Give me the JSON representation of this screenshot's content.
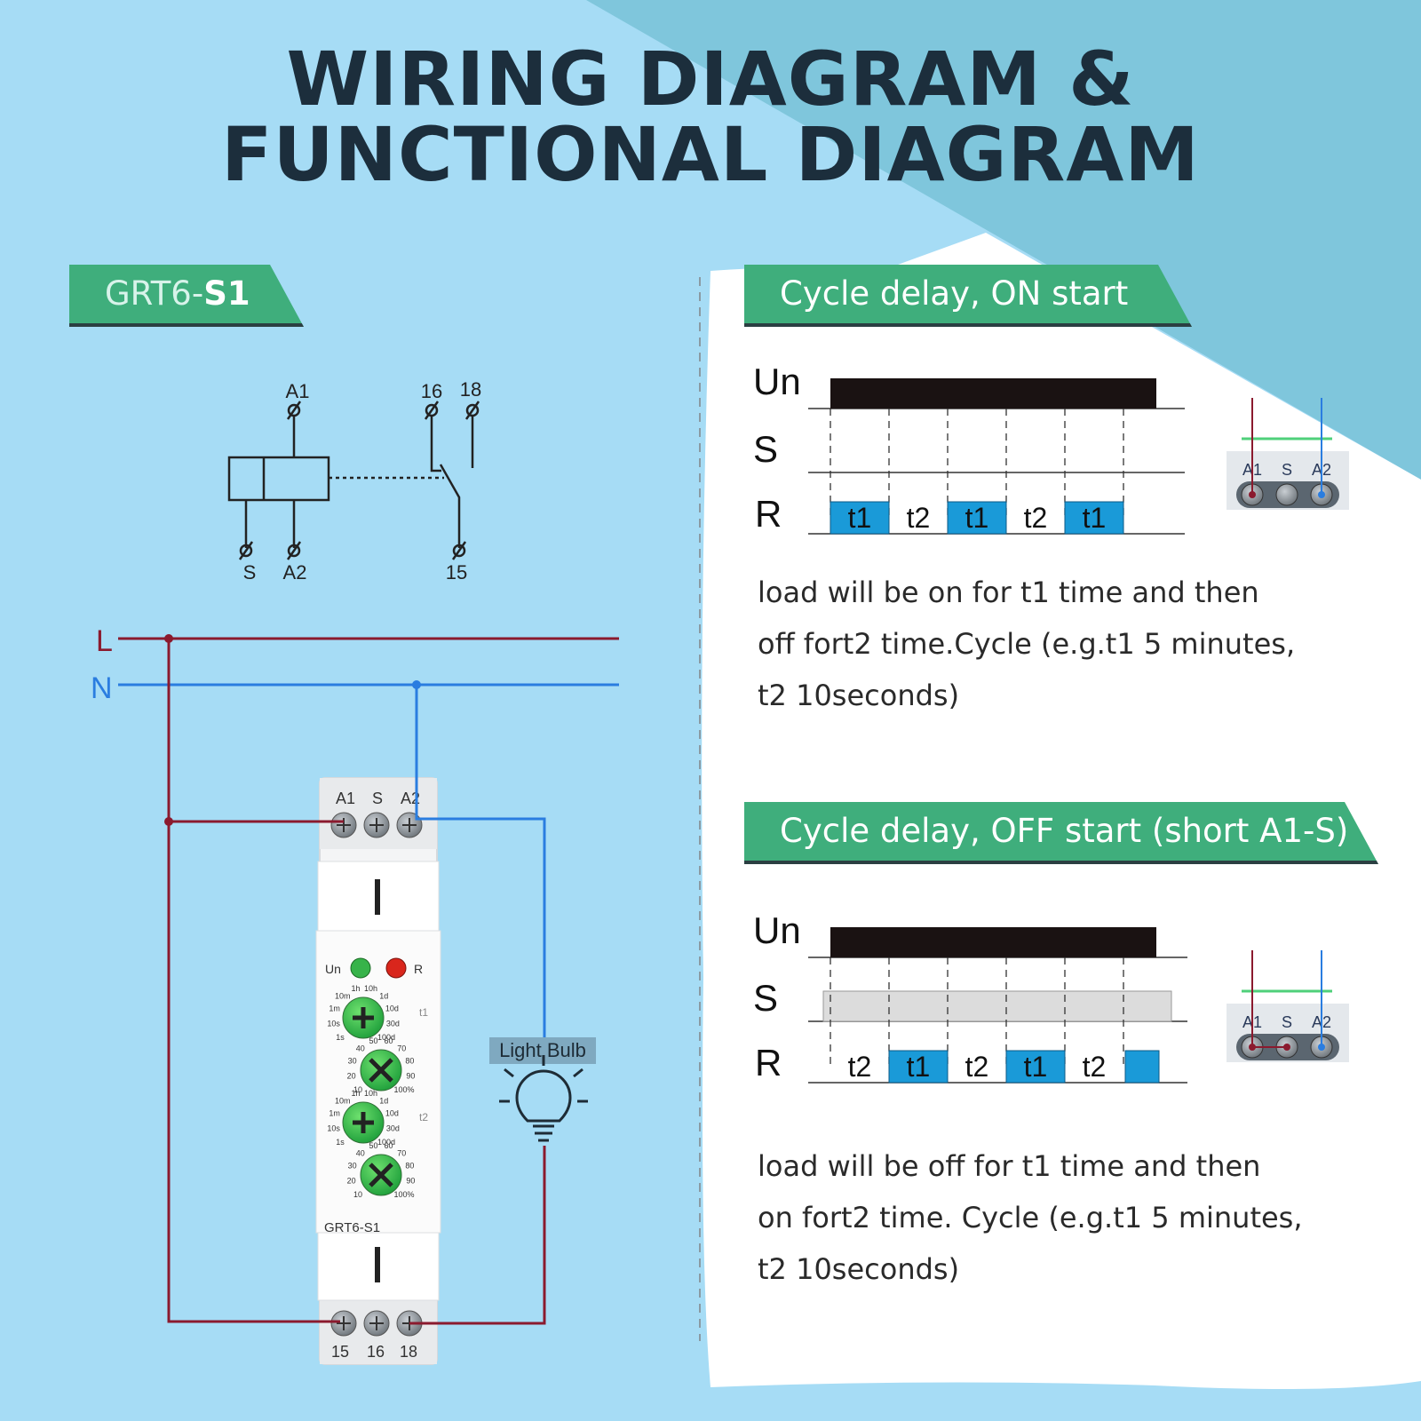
{
  "title": {
    "line1": "WIRING DIAGRAM &",
    "line2": "FUNCTIONAL DIAGRAM"
  },
  "model_banner": {
    "prefix": "GRT6-",
    "bold": "S1"
  },
  "schematic": {
    "terminal_labels": [
      "A1",
      "16",
      "18",
      "S",
      "A2",
      "15"
    ]
  },
  "wiring": {
    "line_labels": [
      "L",
      "N"
    ],
    "light_bulb_label": "Light Bulb",
    "colors": {
      "live": "#8b1a2e",
      "neutral": "#2a7de0",
      "accent": "#3fae7c"
    }
  },
  "device": {
    "top_terminals": [
      "A1",
      "S",
      "A2"
    ],
    "bottom_terminals": [
      "15",
      "16",
      "18"
    ],
    "led_labels": [
      "Un",
      "R"
    ],
    "dial_t1_label": "t1",
    "dial_t2_label": "t2",
    "range_scale": [
      "1s",
      "10s",
      "1m",
      "10m",
      "1h",
      "10h",
      "1d",
      "10d",
      "30d",
      "100d"
    ],
    "percent_scale": [
      "10",
      "20",
      "30",
      "40",
      "50",
      "60",
      "70",
      "80",
      "90",
      "100%"
    ],
    "model_label": "GRT6-S1"
  },
  "functional_on_start": {
    "banner": "Cycle delay, ON start",
    "row_labels": [
      "Un",
      "S",
      "R"
    ],
    "r_segments": [
      "t1",
      "t2",
      "t1",
      "t2",
      "t1"
    ],
    "inset_terminals": [
      "A1",
      "S",
      "A2"
    ],
    "description": [
      "load will be on for t1 time and then",
      "off fort2 time.Cycle (e.g.t1 5 minutes,",
      "t2 10seconds)"
    ]
  },
  "functional_off_start": {
    "banner": "Cycle delay, OFF start (short A1-S)",
    "row_labels": [
      "Un",
      "S",
      "R"
    ],
    "r_segments": [
      "t2",
      "t1",
      "t2",
      "t1",
      "t2"
    ],
    "inset_terminals": [
      "A1",
      "S",
      "A2"
    ],
    "description": [
      "load will be off for t1 time and then",
      "on fort2 time. Cycle (e.g.t1 5 minutes,",
      "t2 10seconds)"
    ]
  }
}
